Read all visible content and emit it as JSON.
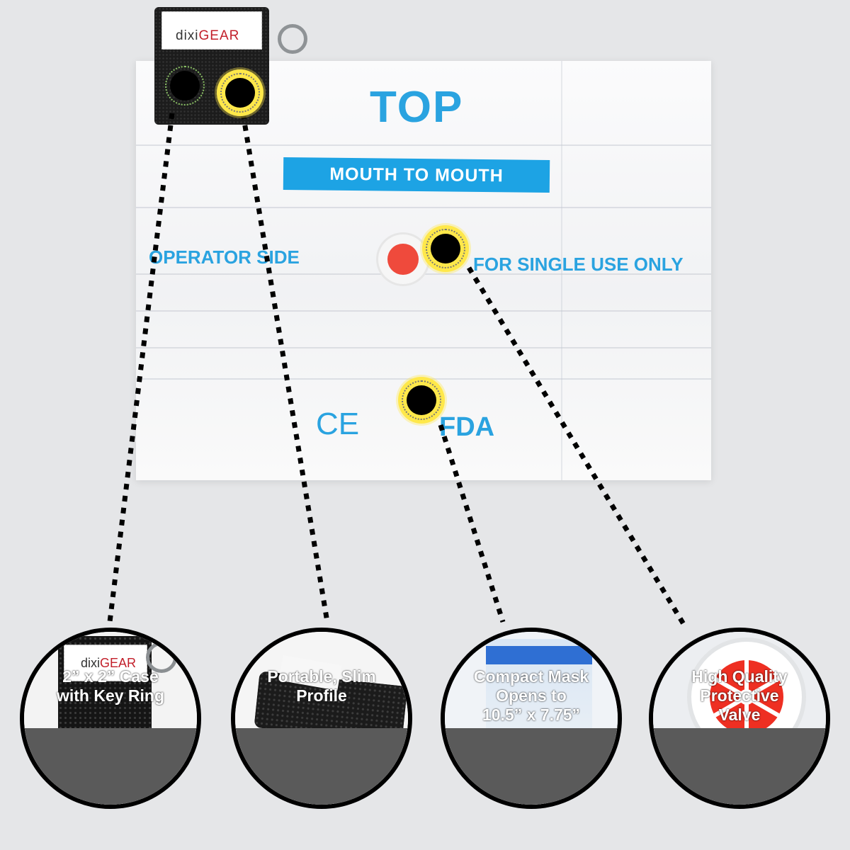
{
  "brand": {
    "name_part1": "dixi",
    "name_part2": "GEAR"
  },
  "sheet": {
    "top_text": "TOP",
    "banner_text": "MOUTH TO MOUTH",
    "operator_text": "OPERATOR SIDE",
    "single_use_text": "FOR SINGLE USE ONLY",
    "ce_mark": "CE",
    "fda_text": "FDA"
  },
  "colors": {
    "background": "#e5e6e8",
    "print_blue": "#2aa3e0",
    "banner_blue": "#1da3e4",
    "marker_yellow": "#ffe84a",
    "caption_gray": "#5a5a5a",
    "valve_red": "#ee2f22"
  },
  "features": [
    {
      "caption": "2” x 2” Case\nwith Key Ring",
      "photo": "keyring-case-photo"
    },
    {
      "caption": "Portable, Slim\nProfile",
      "photo": "slim-case-photo"
    },
    {
      "caption": "Compact Mask\nOpens to\n10.5” x 7.75”",
      "photo": "mask-package-photo"
    },
    {
      "caption": "High Quality\nProtective\nValve",
      "photo": "valve-closeup-photo"
    }
  ]
}
